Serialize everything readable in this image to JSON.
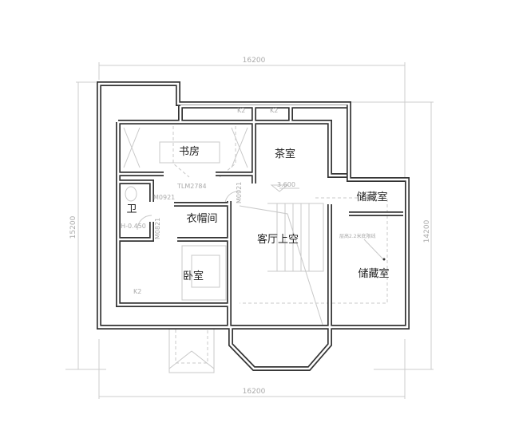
{
  "dimensions": {
    "top": "16200",
    "bottom": "16200",
    "left": "15200",
    "right": "14200"
  },
  "rooms": {
    "study": "书房",
    "tea_room": "茶室",
    "bathroom": "卫",
    "cloakroom": "衣帽间",
    "living_void": "客厅上空",
    "bedroom": "卧室",
    "storage_top": "储藏室",
    "storage_bottom": "储藏室"
  },
  "annotations": {
    "bath_level": "H-0.450",
    "door_bath": "M0921",
    "door_cloak": "M0821",
    "door_void": "M0921",
    "sliding_door": "TLM2784",
    "window_1": "K2",
    "window_2": "K2",
    "window_3": "K2",
    "elevation": "3.600",
    "height_line": "层高2.2米底限线"
  }
}
